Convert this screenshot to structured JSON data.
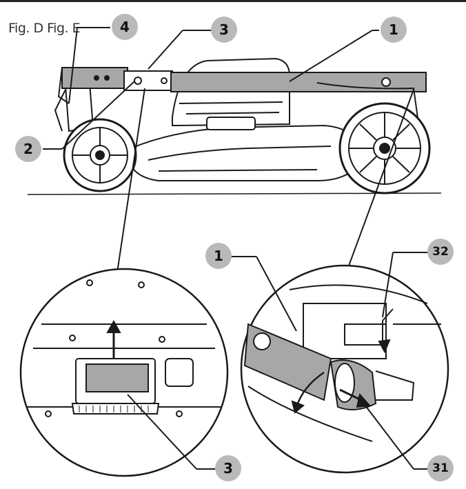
{
  "figure": {
    "label": "Fig. D Fig. E",
    "callouts": [
      {
        "id": "c4",
        "text": "4"
      },
      {
        "id": "c3-top",
        "text": "3"
      },
      {
        "id": "c1-top",
        "text": "1"
      },
      {
        "id": "c2",
        "text": "2"
      },
      {
        "id": "c1-detail",
        "text": "1"
      },
      {
        "id": "c32",
        "text": "32"
      },
      {
        "id": "c3-detail",
        "text": "3"
      },
      {
        "id": "c31",
        "text": "31"
      }
    ]
  },
  "colors": {
    "callout_fill": "#b9b9b9",
    "handle_fill": "#a7a7a7",
    "line": "#1a1a1a"
  }
}
